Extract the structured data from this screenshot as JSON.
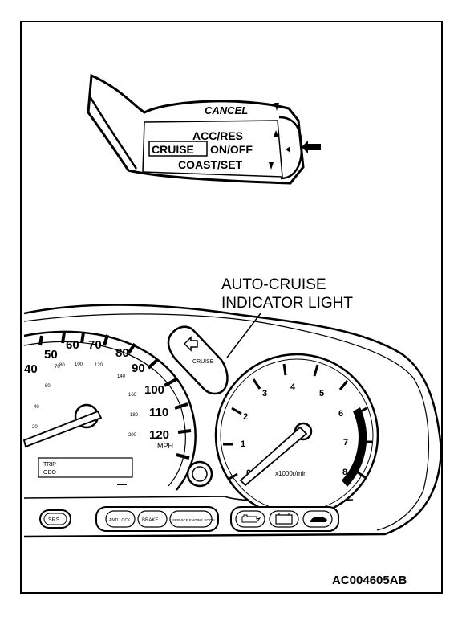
{
  "stalk": {
    "cancel": "CANCEL",
    "acc_res": "ACC/RES",
    "cruise": "CRUISE",
    "on_off": "ON/OFF",
    "coast_set": "COAST/SET"
  },
  "callout": {
    "line1": "AUTO-CRUISE",
    "line2": "INDICATOR LIGHT"
  },
  "indicator_text": "CRUISE",
  "speedometer": {
    "mph_major": [
      "40",
      "50",
      "60",
      "70",
      "80",
      "90",
      "100",
      "110",
      "120"
    ],
    "kmh_minor": [
      "20",
      "40",
      "60",
      "70",
      "80",
      "100",
      "120",
      "140",
      "160",
      "180",
      "200"
    ],
    "unit": "MPH",
    "odo_trip": "TRIP",
    "odo_odo": "ODO"
  },
  "tachometer": {
    "numbers": [
      "0",
      "1",
      "2",
      "3",
      "4",
      "5",
      "6",
      "7",
      "8"
    ],
    "unit": "x1000r/min"
  },
  "warning_lights": {
    "srs": "SRS",
    "antilock": "ANTI LOCK",
    "brake": "BRAKE",
    "service_engine": "SERVICE ENGINE SOON"
  },
  "figure_code": "AC004605AB",
  "colors": {
    "ink": "#000000",
    "paper": "#ffffff"
  }
}
